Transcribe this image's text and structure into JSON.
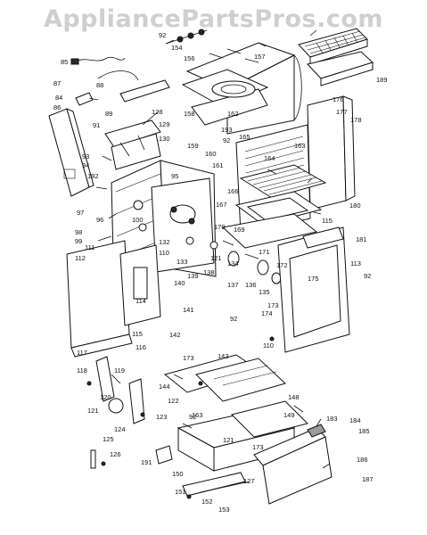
{
  "watermark": "AppliancePartsPros.com",
  "part_labels": [
    "92",
    "154",
    "156",
    "157",
    "189",
    "85",
    "87",
    "88",
    "84",
    "89",
    "128",
    "129",
    "91",
    "86",
    "130",
    "159",
    "93",
    "94",
    "192",
    "95",
    "160",
    "161",
    "158",
    "162",
    "193",
    "92",
    "165",
    "176",
    "177",
    "178",
    "163",
    "164",
    "166",
    "167",
    "180",
    "97",
    "100",
    "96",
    "98",
    "99",
    "111",
    "112",
    "132",
    "110",
    "133",
    "139",
    "138",
    "121",
    "134",
    "137",
    "136",
    "171",
    "170",
    "169",
    "172",
    "135",
    "173",
    "175",
    "115",
    "181",
    "113",
    "140",
    "114",
    "141",
    "142",
    "174",
    "110",
    "115",
    "116",
    "117",
    "118",
    "119",
    "120",
    "121",
    "122",
    "123",
    "124",
    "125",
    "126",
    "143",
    "144",
    "148",
    "173",
    "92",
    "163",
    "173",
    "149",
    "183",
    "184",
    "185",
    "186",
    "187",
    "191",
    "150",
    "127",
    "151",
    "152",
    "153",
    "121",
    "92",
    "92"
  ],
  "colors": {
    "ink": "#111111",
    "watermark": "#cfcfcf",
    "background": "#ffffff"
  }
}
